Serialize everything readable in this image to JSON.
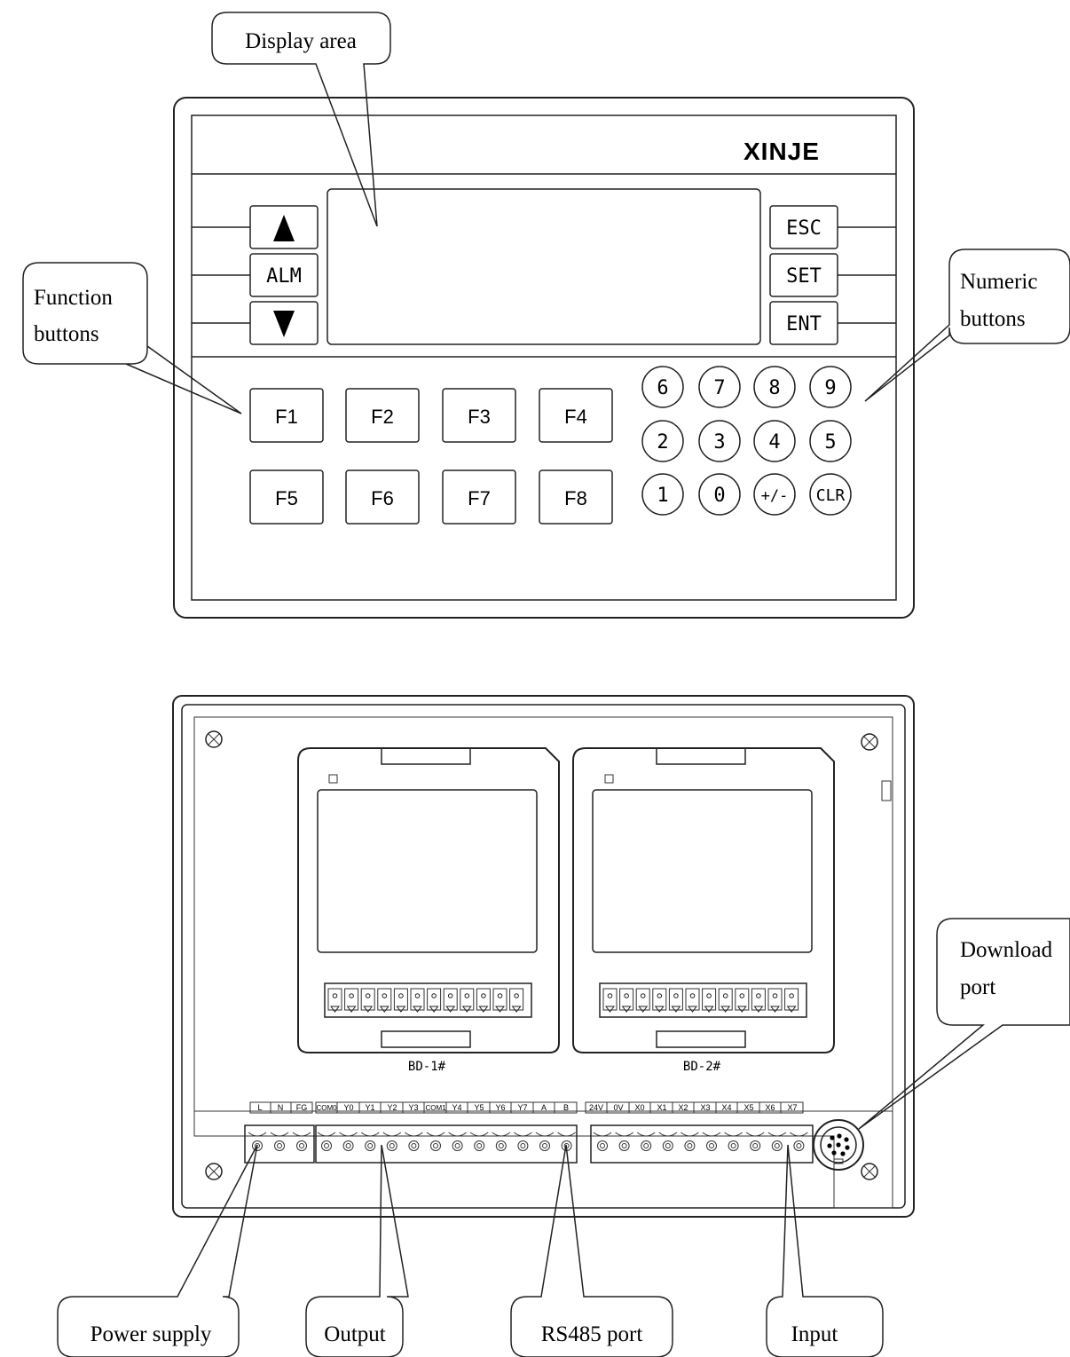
{
  "front_panel": {
    "brand": "XINJE",
    "left_keys": {
      "up_icon": "up-triangle",
      "alm": "ALM",
      "down_icon": "down-triangle"
    },
    "right_keys": {
      "esc": "ESC",
      "set": "SET",
      "ent": "ENT"
    },
    "function_keys": [
      "F1",
      "F2",
      "F3",
      "F4",
      "F5",
      "F6",
      "F7",
      "F8"
    ],
    "numeric_keys": [
      "6",
      "7",
      "8",
      "9",
      "2",
      "3",
      "4",
      "5",
      "1",
      "0",
      "+/-",
      "CLR"
    ]
  },
  "rear_panel": {
    "bd_slots": [
      "BD-1#",
      "BD-2#"
    ],
    "terminal_labels_power": [
      "L",
      "N",
      "FG"
    ],
    "terminal_labels_output": [
      "COM0",
      "Y0",
      "Y1",
      "Y2",
      "Y3",
      "COM1",
      "Y4",
      "Y5",
      "Y6",
      "Y7",
      "A",
      "B"
    ],
    "terminal_labels_input": [
      "24V",
      "0V",
      "X0",
      "X1",
      "X2",
      "X3",
      "X4",
      "X5",
      "X6",
      "X7"
    ]
  },
  "callouts": {
    "display_area": "Display area",
    "function_buttons_line1": "Function",
    "function_buttons_line2": "buttons",
    "numeric_buttons_line1": "Numeric",
    "numeric_buttons_line2": "buttons",
    "download_port_line1": "Download",
    "download_port_line2": "port",
    "power_supply": "Power supply",
    "output": "Output",
    "rs485_port": "RS485 port",
    "input": "Input"
  }
}
